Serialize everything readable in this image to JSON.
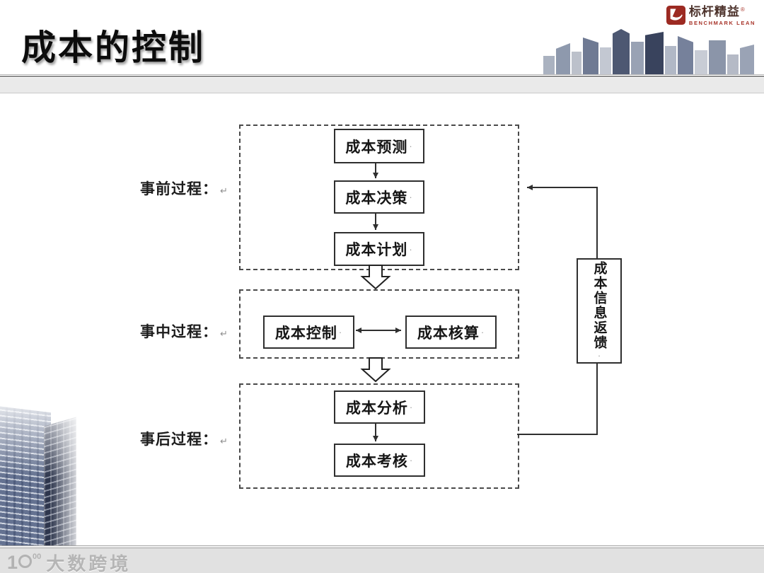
{
  "header": {
    "title": "成本的控制",
    "logo": {
      "cn": "标杆精益",
      "reg": "®",
      "en": "BENCHMARK LEAN"
    }
  },
  "flowchart": {
    "stages": [
      {
        "label": "事前过程：",
        "boxes": [
          "成本预测",
          "成本决策",
          "成本计划"
        ]
      },
      {
        "label": "事中过程：",
        "boxes": [
          "成本控制",
          "成本核算"
        ]
      },
      {
        "label": "事后过程：",
        "boxes": [
          "成本分析",
          "成本考核"
        ]
      }
    ],
    "feedback_label": "成本信息返馈"
  },
  "marks": {
    "return": "↵",
    "para": "·"
  },
  "footer": {
    "logo_sup": "00",
    "logo_big": "1",
    "watermark": "大数跨境"
  },
  "colors": {
    "brand_red": "#9c2a22",
    "line": "#2f2f2f",
    "dashed_border": "#4a4a4a"
  }
}
